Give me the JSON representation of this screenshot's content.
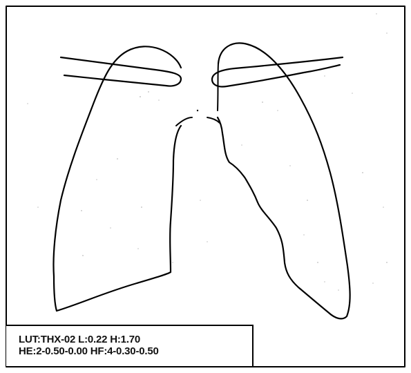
{
  "figure": {
    "stroke_color": "#000000",
    "background_color": "#ffffff",
    "subject": "chest"
  },
  "parameters": {
    "line1": "LUT:THX-02 L:0.22 H:1.70",
    "line2": "HE:2-0.50-0.00 HF:4-0.30-0.50"
  }
}
